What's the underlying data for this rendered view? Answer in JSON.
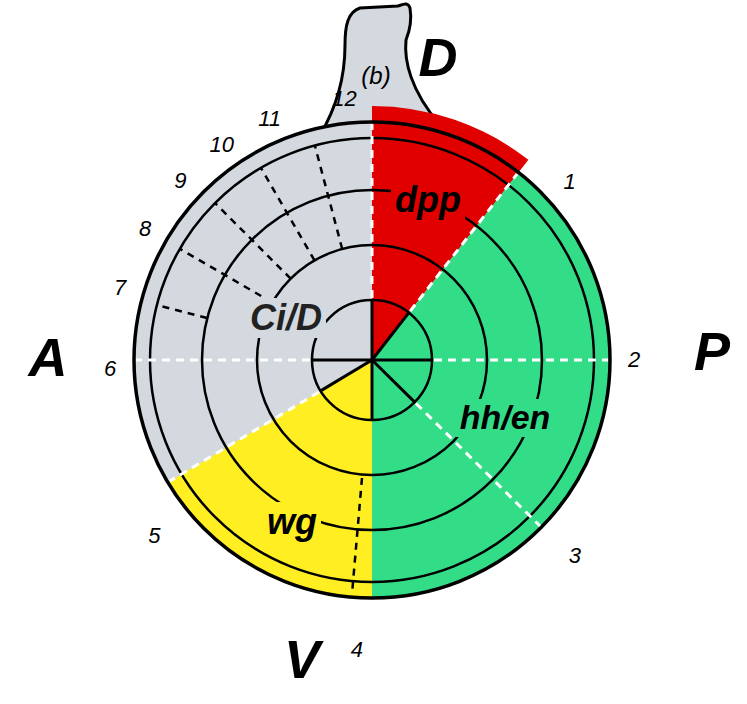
{
  "diagram": {
    "nodes": [
      {
        "text": [
          "dpp"
        ]
      },
      {
        "text": [
          "Ci/D"
        ]
      },
      {
        "text": [
          "hh/en"
        ]
      },
      {
        "text": [
          "wg"
        ]
      }
    ],
    "labels": [
      "(b)",
      "D",
      "12",
      "1",
      "11",
      "10",
      "9",
      "8",
      "7",
      "A",
      "6",
      "2",
      "P",
      "5",
      "3",
      "4",
      "V"
    ]
  }
}
